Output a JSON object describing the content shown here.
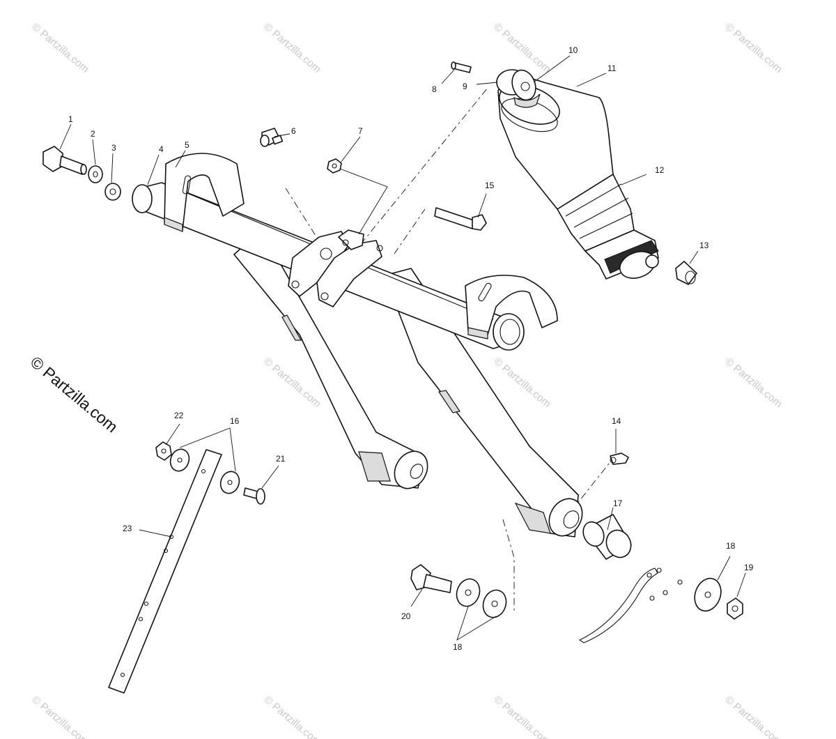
{
  "copyright": "© Partzilla.com",
  "watermark": "© Partzilla.com",
  "callouts": {
    "c1": "1",
    "c2": "2",
    "c3": "3",
    "c4": "4",
    "c5": "5",
    "c6": "6",
    "c7": "7",
    "c8": "8",
    "c9": "9",
    "c10": "10",
    "c11": "11",
    "c12": "12",
    "c13": "13",
    "c14": "14",
    "c15": "15",
    "c16": "16",
    "c17": "17",
    "c18a": "18",
    "c18b": "18",
    "c19": "19",
    "c20": "20",
    "c21": "21",
    "c22": "22",
    "c23": "23"
  }
}
